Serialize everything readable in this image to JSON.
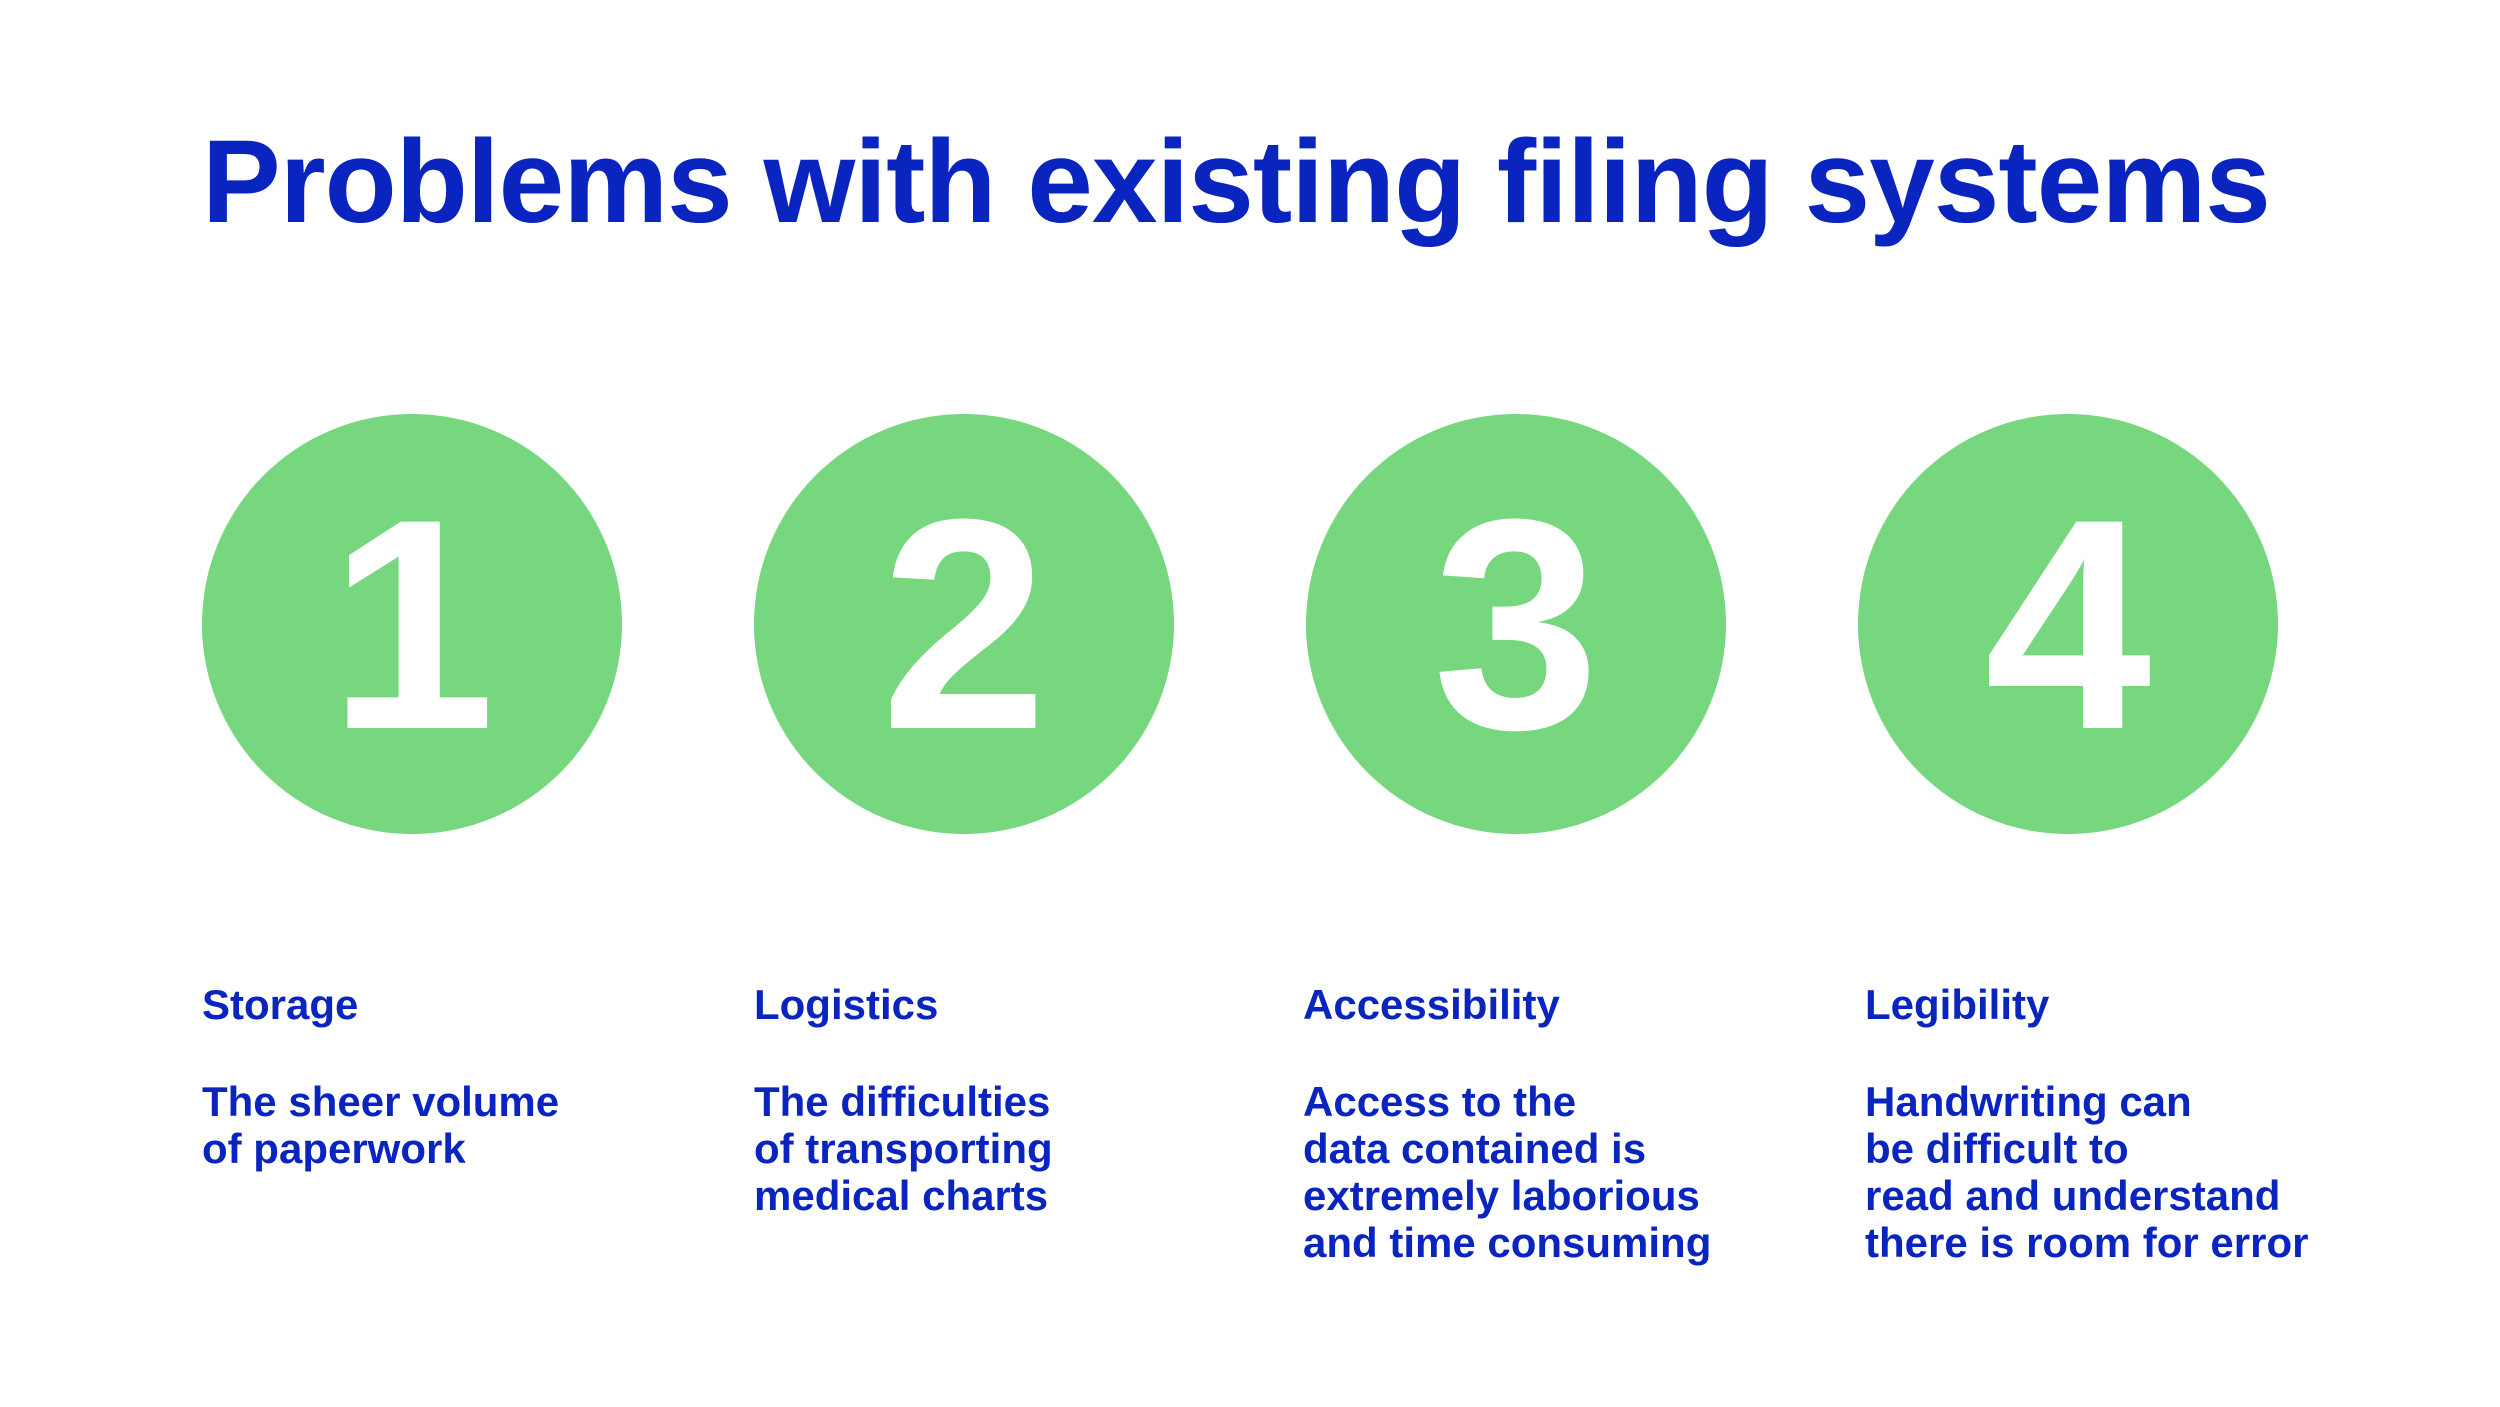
{
  "slide": {
    "title": "Problems with existing filing systems"
  },
  "colors": {
    "title": "#0a24c0",
    "text": "#0a24c0",
    "circle": "#77d77f",
    "number": "#ffffff",
    "background": "#ffffff"
  },
  "items": [
    {
      "number": "1",
      "heading": "Storage",
      "description": "The sheer volume\nof paperwork"
    },
    {
      "number": "2",
      "heading": "Logistics",
      "description": "The difficulties\nof transporting\nmedical charts"
    },
    {
      "number": "3",
      "heading": "Accessibility",
      "description": "Access to the\ndata contained is\nextremely laborious\nand time consuming"
    },
    {
      "number": "4",
      "heading": "Legibility",
      "description": "Handwriting can\nbe difficult to\nread and understand\nthere is room for error"
    }
  ]
}
